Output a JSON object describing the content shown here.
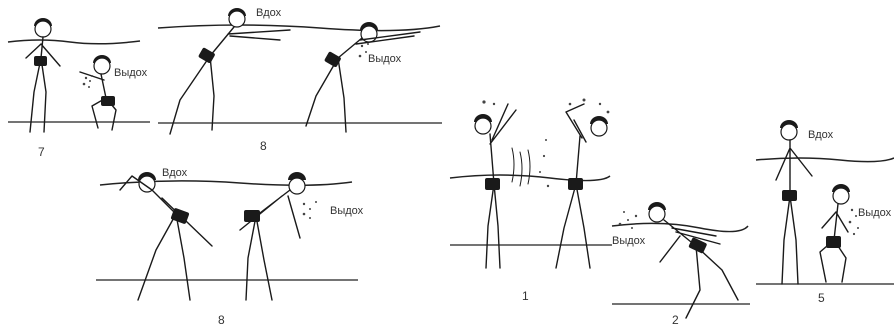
{
  "labels": {
    "inhale": "Вдох",
    "exhale": "Выдох"
  },
  "figure_numbers": {
    "seven": "7",
    "eight_top": "8",
    "eight_bottom": "8",
    "one": "1",
    "two": "2",
    "five": "5"
  },
  "colors": {
    "ink": "#1a1a1a",
    "background": "#ffffff"
  }
}
